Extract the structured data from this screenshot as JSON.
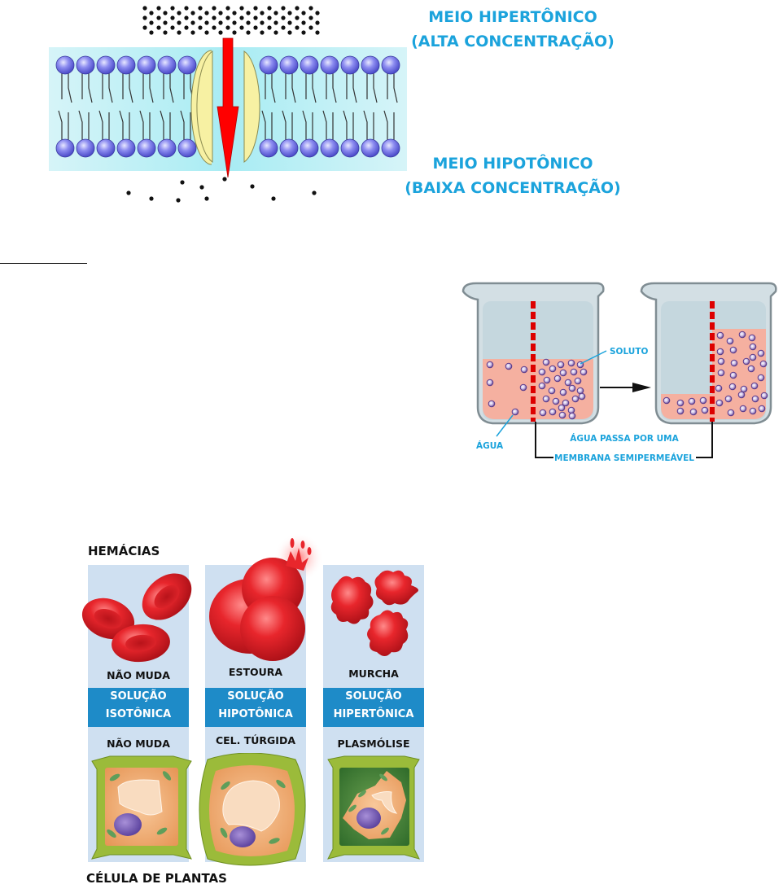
{
  "membrane_figure": {
    "labels": {
      "top_line1": "MEIO HIPERTÔNICO",
      "top_line2": "(ALTA CONCENTRAÇÃO)",
      "bottom_line1": "MEIO HIPOTÔNICO",
      "bottom_line2": "(BAIXA CONCENTRAÇÃO)"
    },
    "colors": {
      "label": "#1ba3dc",
      "phospholipid_head": "#6f70e0",
      "membrane_bg": "#bff0f5",
      "channel_protein": "#f7f1a3",
      "arrow": "#ff0000"
    }
  },
  "beaker_figure": {
    "labels": {
      "solute": "SOLUTO",
      "water": "ÁGUA",
      "caption_line1": "ÁGUA PASSA POR UMA",
      "caption_line2": "MEMBRANA SEMIPERMEÁVEL"
    },
    "colors": {
      "solution": "#f5b5a3",
      "membrane": "#dd0000",
      "particle": "#7a5aa8"
    }
  },
  "cells_figure": {
    "top_title": "HEMÁCIAS",
    "bottom_title": "CÉLULA DE PLANTAS",
    "columns": [
      {
        "rbc_result": "NÃO MUDA",
        "solution_line1": "SOLUÇÃO",
        "solution_line2": "ISOTÔNICA",
        "plant_result": "NÃO MUDA"
      },
      {
        "rbc_result": "ESTOURA",
        "solution_line1": "SOLUÇÃO",
        "solution_line2": "HIPOTÔNICA",
        "plant_result": "CEL. TÚRGIDA"
      },
      {
        "rbc_result": "MURCHA",
        "solution_line1": "SOLUÇÃO",
        "solution_line2": "HIPERTÔNICA",
        "plant_result": "PLASMÓLISE"
      }
    ],
    "colors": {
      "panel": "#cfe0f1",
      "band": "#1e8bc8",
      "rbc": "#d81f26",
      "cell_wall": "#9bbb3a",
      "cytoplasm": "#f0a86a",
      "nucleus": "#7b62b0"
    }
  }
}
